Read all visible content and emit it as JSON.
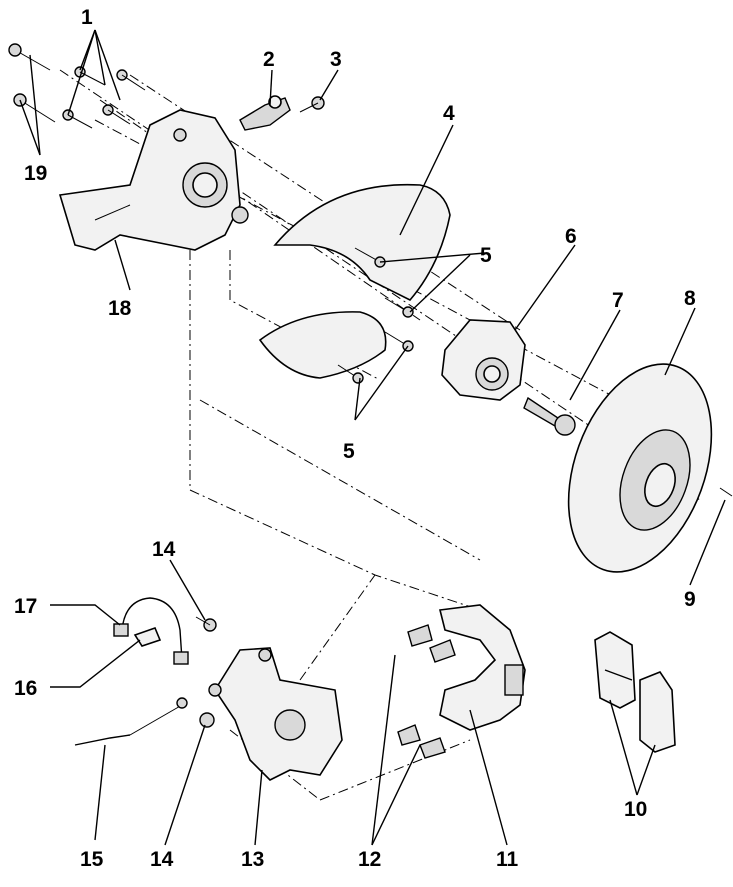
{
  "callouts": [
    {
      "id": "1",
      "label": "1"
    },
    {
      "id": "2",
      "label": "2"
    },
    {
      "id": "3",
      "label": "3"
    },
    {
      "id": "4",
      "label": "4"
    },
    {
      "id": "5a",
      "label": "5"
    },
    {
      "id": "5b",
      "label": "5"
    },
    {
      "id": "6",
      "label": "6"
    },
    {
      "id": "7",
      "label": "7"
    },
    {
      "id": "8",
      "label": "8"
    },
    {
      "id": "9",
      "label": "9"
    },
    {
      "id": "10",
      "label": "10"
    },
    {
      "id": "11",
      "label": "11"
    },
    {
      "id": "12",
      "label": "12"
    },
    {
      "id": "13",
      "label": "13"
    },
    {
      "id": "14a",
      "label": "14"
    },
    {
      "id": "14b",
      "label": "14"
    },
    {
      "id": "15",
      "label": "15"
    },
    {
      "id": "16",
      "label": "16"
    },
    {
      "id": "17",
      "label": "17"
    },
    {
      "id": "18",
      "label": "18"
    },
    {
      "id": "19",
      "label": "19"
    }
  ]
}
